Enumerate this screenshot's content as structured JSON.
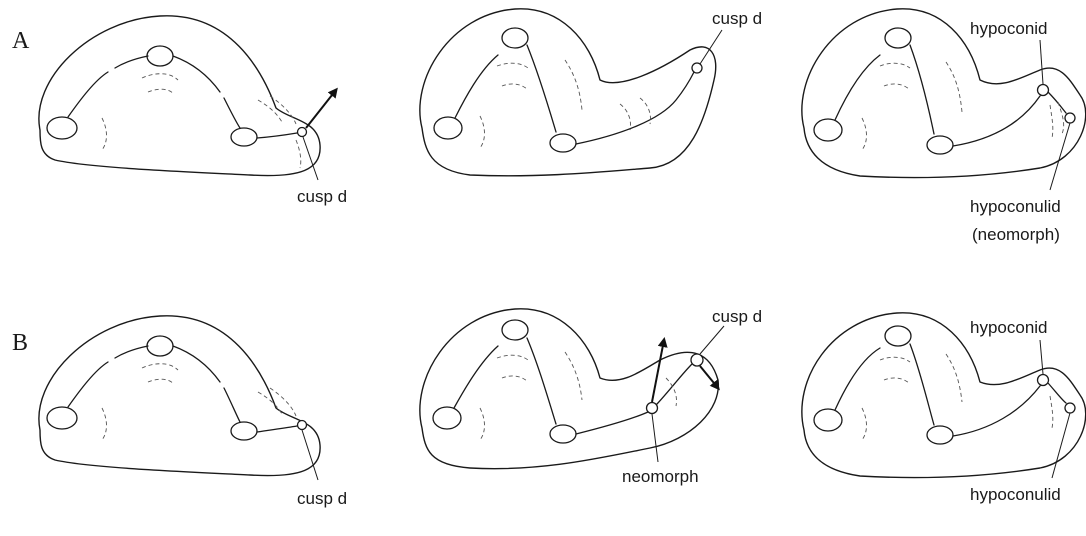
{
  "rows": {
    "A": "A",
    "B": "B"
  },
  "labels": {
    "a1_cusp_d": "cusp d",
    "a2_cusp_d": "cusp d",
    "a3_hypoconid": "hypoconid",
    "a3_hypoconulid": "hypoconulid",
    "a3_neomorph": "(neomorph)",
    "b1_cusp_d": "cusp d",
    "b2_cusp_d": "cusp d",
    "b2_neomorph": "neomorph",
    "b3_hypoconid": "hypoconid",
    "b3_hypoconulid": "hypoconulid"
  }
}
